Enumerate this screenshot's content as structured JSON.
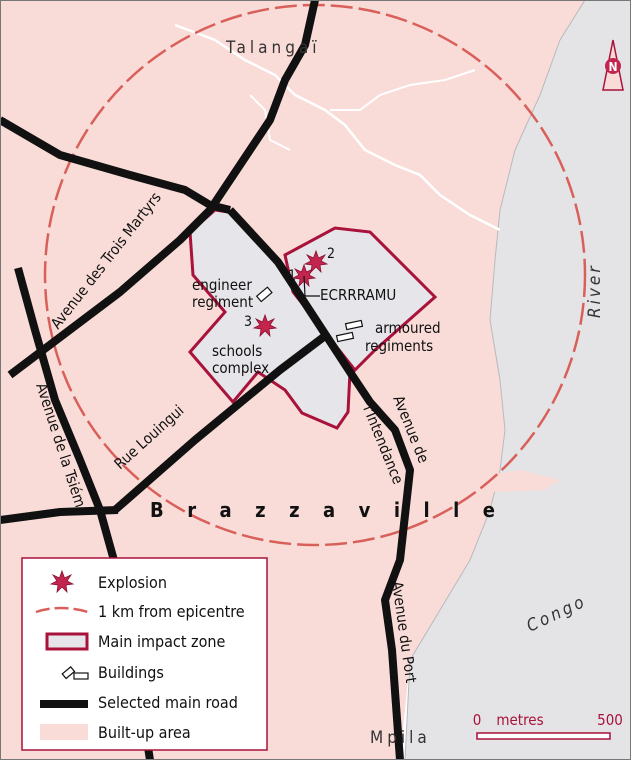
{
  "colors": {
    "built_up": "#f9dcd7",
    "river": "#e4e4e6",
    "road": "#111111",
    "impact_fill": "#e6e6ea",
    "impact_stroke": "#a8123b",
    "radius": "#d9605a",
    "explosion": "#c4254e",
    "stream": "#ffffff"
  },
  "places": {
    "talangai": "Talangaï",
    "brazzaville": "Brazzaville",
    "mpila": "Mpila",
    "river_word": "River",
    "congo_word": "Congo"
  },
  "roads": {
    "trois_martyrs": "Avenue des Trois Martyrs",
    "tsieme": "Avenue de la Tsiémé",
    "louingui": "Rue Louingui",
    "intendance_1": "Avenue de",
    "intendance_2": "l'Intendance",
    "port": "Avenue du Port"
  },
  "sites": {
    "engineer_1": "engineer",
    "engineer_2": "regiment",
    "armoured_1": "armoured",
    "armoured_2": "regiments",
    "schools_1": "schools",
    "schools_2": "complex",
    "ecrrramu": "ECRRRAMU"
  },
  "explosions": [
    {
      "label": "1"
    },
    {
      "label": "2"
    },
    {
      "label": "3"
    }
  ],
  "north": "N",
  "legend": {
    "items": [
      {
        "id": "explosion",
        "label": "Explosion"
      },
      {
        "id": "radius",
        "label": "1 km from epicentre"
      },
      {
        "id": "impact",
        "label": "Main impact zone"
      },
      {
        "id": "buildings",
        "label": "Buildings"
      },
      {
        "id": "road",
        "label": "Selected main road"
      },
      {
        "id": "builtup",
        "label": "Built-up area"
      }
    ]
  },
  "scale": {
    "min_label": "0",
    "max_label": "500",
    "unit": "metres"
  }
}
